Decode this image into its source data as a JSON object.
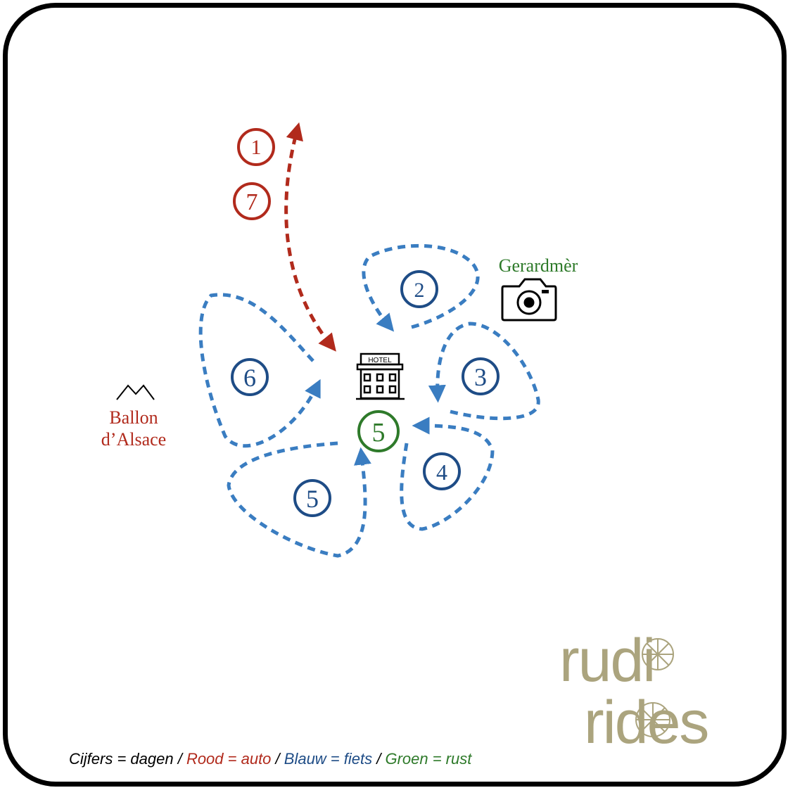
{
  "colors": {
    "car": "#B12A1C",
    "bike": "#3A7DC1",
    "bike_label": "#1E4C86",
    "rest": "#2E7A2A",
    "logo": "#ABA47E"
  },
  "days": {
    "car_out": "1",
    "car_back": "7",
    "loop_2": "2",
    "loop_3": "3",
    "loop_4": "4",
    "loop_5": "5",
    "loop_6": "6",
    "rest_day": "5"
  },
  "places": {
    "gerardmer": "Gerardmèr",
    "ballon_line1": "Ballon",
    "ballon_line2": "d’Alsace",
    "hotel_sign": "HOTEL"
  },
  "icons": [
    "camera-icon",
    "mountain-icon",
    "hotel-icon"
  ],
  "legend": {
    "part1": "Cijfers = dagen",
    "sep1": " / ",
    "part2": "Rood = auto",
    "sep2": " / ",
    "part3": "Blauw = fiets",
    "sep3": " / ",
    "part4": "Groen = rust"
  },
  "logo": {
    "line1": "rudi",
    "line2": "rides"
  }
}
